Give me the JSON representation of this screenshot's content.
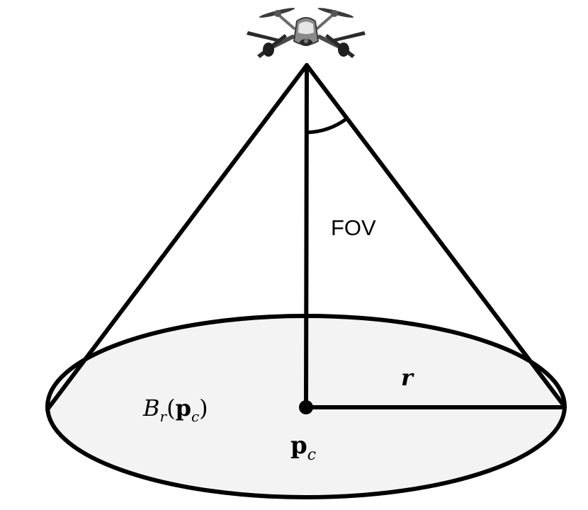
{
  "labels": {
    "fov": "FOV",
    "radius": "r",
    "ball_main": "B",
    "ball_sub": "r",
    "ball_open": "(",
    "ball_point": "p",
    "ball_point_sub": "c",
    "ball_close": ")",
    "center_point": "p",
    "center_point_sub": "c"
  },
  "icons": {
    "drone": "quadcopter-drone-icon"
  },
  "colors": {
    "stroke": "#000000",
    "disk_fill": "#f3f3f3",
    "drone_body": "#8a8a8a",
    "drone_dark": "#2a2a2a"
  }
}
